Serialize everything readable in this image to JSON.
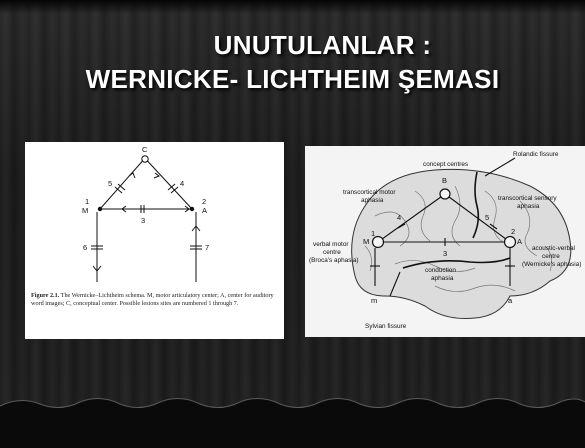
{
  "slide": {
    "title_line1": "UNUTULANLAR :",
    "title_line2": "WERNICKE- LICHTHEIM ŞEMASI"
  },
  "figure_left": {
    "node_c": "C",
    "node_m": "M",
    "node_a": "A",
    "labels": {
      "n1": "1",
      "n2": "2",
      "n3": "3",
      "n4": "4",
      "n5": "5",
      "n6": "6",
      "n7": "7"
    },
    "caption_bold": "Figure 2.1.",
    "caption_text": " The Wernicke–Lichtheim schema. M, motor articulatory center; A, center for auditory word images; C, conceptual center. Possible lesions sites are numbered 1 through 7."
  },
  "figure_right": {
    "rolandic": "Rolandic fissure",
    "concept": "concept centres",
    "tc_motor_1": "transcortical motor",
    "tc_motor_2": "aphasia",
    "tc_sensory_1": "transcortical sensory",
    "tc_sensory_2": "aphasia",
    "verbal_motor_1": "verbal motor",
    "verbal_motor_2": "centre",
    "verbal_motor_3": "(Broca's aphasia)",
    "acoustic_1": "acoustic-verbal",
    "acoustic_2": "centre",
    "acoustic_3": "(Wernicke's aphasia)",
    "conduction_1": "conduction",
    "conduction_2": "aphasia",
    "sylvian": "Sylvian fissure",
    "B": "B",
    "M": "M",
    "A": "A",
    "m": "m",
    "a": "a",
    "n1": "1",
    "n2": "2",
    "n3": "3",
    "n4": "4",
    "n5": "5"
  }
}
